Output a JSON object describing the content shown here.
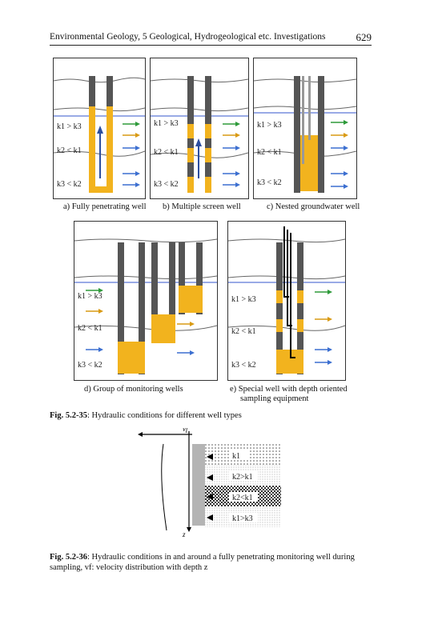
{
  "header": {
    "title": "Environmental Geology, 5 Geological, Hydrogeological etc. Investigations",
    "page": "629"
  },
  "fig35": {
    "captions": {
      "a": "a) Fully penetrating well",
      "b": "b) Multiple screen well",
      "c": "c) Nested groundwater well",
      "d": "d) Group of monitoring wells",
      "e_line1": "e) Special well with depth oriented",
      "e_line2": "sampling equipment"
    },
    "layer_labels": [
      "k1 > k3",
      "k2 < k1",
      "k3 < k2"
    ],
    "caption_label": "Fig. 5.2-35",
    "caption_text": ": Hydraulic conditions for different well types"
  },
  "fig36": {
    "axis_top": "vf",
    "axis_left": "z",
    "layer_labels": [
      "k1",
      "k2>k1",
      "k2<k1",
      "k1>k3"
    ],
    "caption_label": "Fig. 5.2-36",
    "caption_line1": ": Hydraulic conditions in and around a fully penetrating monitoring well during",
    "caption_line2": "sampling, vf: velocity distribution with depth z"
  },
  "colors": {
    "yellow": "#f2b31e",
    "dark": "#555555",
    "blue": "#3c6fd0",
    "green": "#2e9a3a",
    "orange": "#d99a14",
    "waterline": "#3355cc"
  }
}
